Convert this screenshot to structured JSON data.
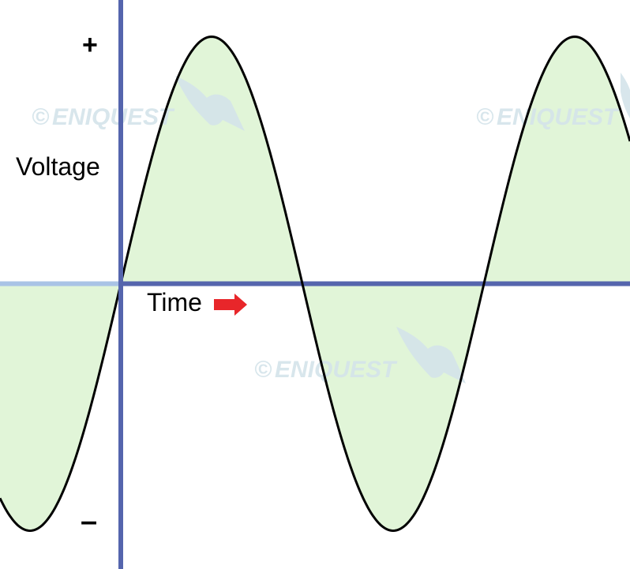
{
  "labels": {
    "positive": "+",
    "negative": "–",
    "y_axis": "Voltage",
    "x_axis": "Time"
  },
  "watermark": {
    "text": "ENIQUEST",
    "symbol": "©"
  },
  "colors": {
    "axis": "#5565AD",
    "axis_light": "#A9C3E6",
    "wave_fill": "#E1F5D8",
    "wave_stroke": "#000000",
    "arrow": "#E8262A",
    "watermark": "#D4E4EA"
  },
  "icons": {
    "arrow": "right-arrow-icon",
    "watermark_bird": "eagle-icon"
  }
}
